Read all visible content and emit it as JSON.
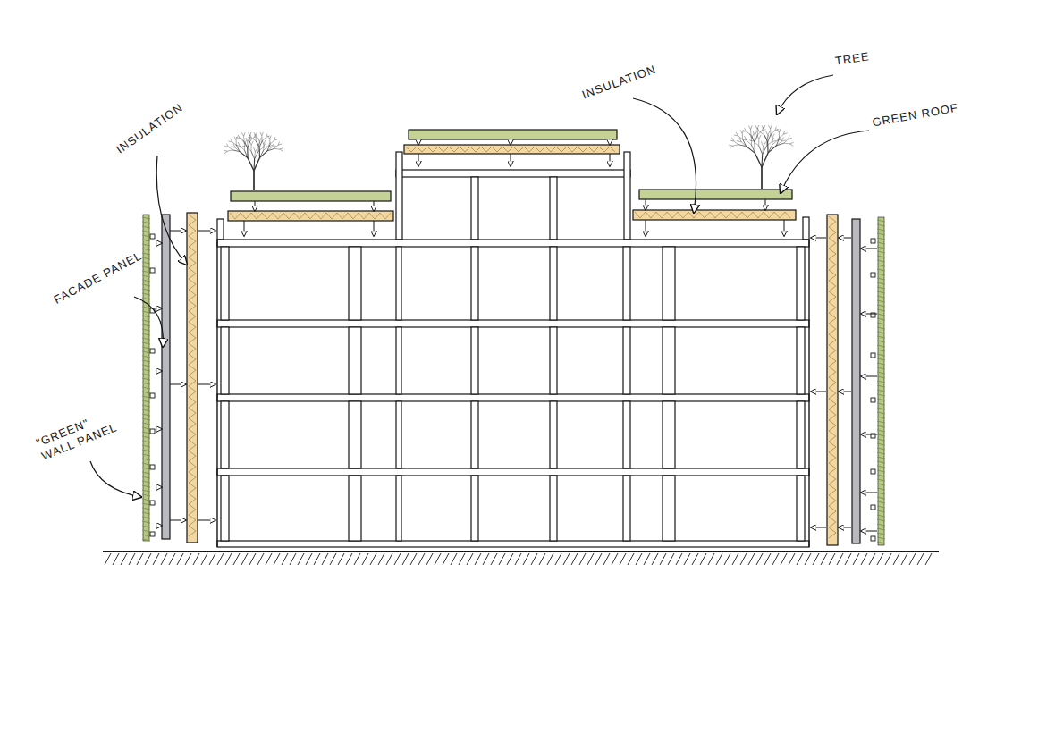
{
  "diagram": {
    "labels": [
      "TREE",
      "INSULATION",
      "INSULATION",
      "GREEN ROOF",
      "FACADE PANEL",
      "\"GREEN\" WALL PANEL"
    ]
  }
}
